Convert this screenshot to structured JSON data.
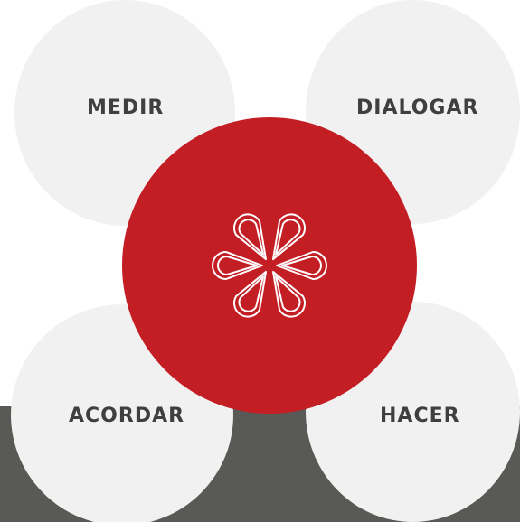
{
  "colors": {
    "center": "#c41e25",
    "outer_circle": "#f1f1f1",
    "band": "#595a55",
    "label": "#3f3f3f",
    "icon_stroke": "#ffffff"
  },
  "icon": "flower-petals-icon",
  "labels": {
    "top_left": "MEDIR",
    "top_right": "DIALOGAR",
    "bottom_left": "ACORDAR",
    "bottom_right": "HACER"
  }
}
